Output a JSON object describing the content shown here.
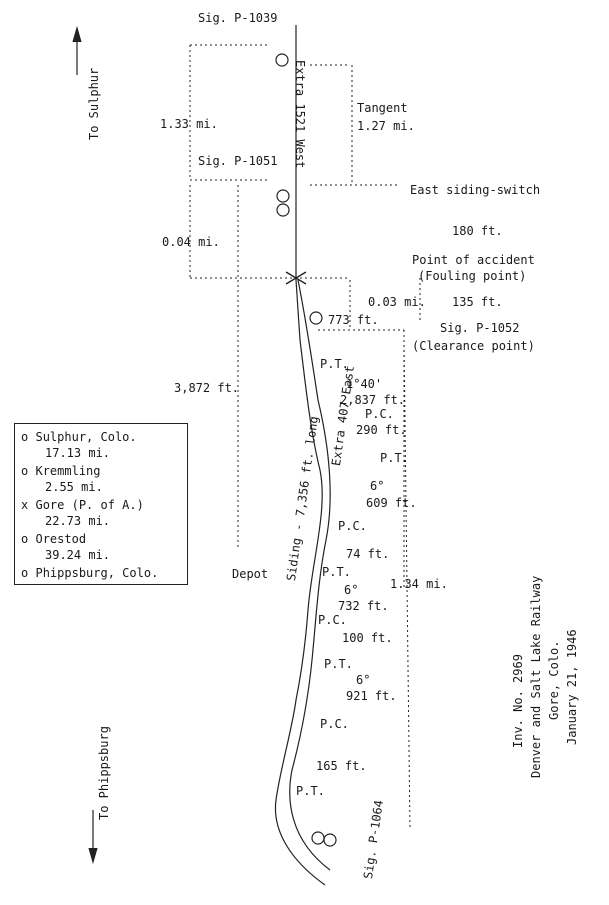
{
  "left_labels": {
    "to_sulphur": "To Sulphur",
    "to_phippsburg": "To Phippsburg"
  },
  "signals": {
    "p1039": "Sig. P-1039",
    "p1051": "Sig. P-1051",
    "p1052": "Sig. P-1052",
    "p1064": "Sig. P-1064"
  },
  "train_labels": {
    "extra_1521_west": "Extra 1521 West",
    "extra_407_east": "Extra 407 East"
  },
  "distances": {
    "d_1_33_mi": "1.33 mi.",
    "tangent": "Tangent",
    "tangent_value": "1.27 mi.",
    "d_0_04_mi": "0.04 mi.",
    "d_180_ft": "180 ft.",
    "d_0_03_mi": "0.03 mi.",
    "d_135_ft": "135 ft.",
    "d_773_ft": "773 ft.",
    "d_3872_ft": "3,872 ft.",
    "d_1_34_mi": "1.34 mi."
  },
  "annotations": {
    "east_siding_switch": "East siding-switch",
    "point_of_accident": "Point of accident",
    "fouling_point": "(Fouling point)",
    "clearance_point": "(Clearance point)",
    "siding_length": "Siding - 7,356 ft. long",
    "depot": "Depot"
  },
  "curve_labels": [
    {
      "pt": "P.T.",
      "deg": "1°40'",
      "len": "2,837 ft."
    },
    {
      "pt": "P.C.",
      "deg": "",
      "len": "290 ft."
    },
    {
      "pt": "P.T.",
      "deg": "6°",
      "len": "609 ft."
    },
    {
      "pt": "P.C.",
      "deg": "",
      "len": "74 ft."
    },
    {
      "pt": "P.T.",
      "deg": "6°",
      "len": "732 ft."
    },
    {
      "pt": "P.C.",
      "deg": "",
      "len": "100 ft."
    },
    {
      "pt": "P.T.",
      "deg": "6°",
      "len": "921 ft."
    },
    {
      "pt": "P.C.",
      "deg": "",
      "len": "165 ft."
    },
    {
      "pt": "P.T.",
      "deg": "",
      "len": ""
    }
  ],
  "legend": {
    "rows": [
      {
        "symbol": "o",
        "text": "Sulphur, Colo."
      },
      {
        "symbol": "",
        "text": "17.13 mi."
      },
      {
        "symbol": "o",
        "text": "Kremmling"
      },
      {
        "symbol": "",
        "text": "2.55 mi."
      },
      {
        "symbol": "x",
        "text": "Gore (P. of A.)"
      },
      {
        "symbol": "",
        "text": "22.73 mi."
      },
      {
        "symbol": "o",
        "text": "Orestod"
      },
      {
        "symbol": "",
        "text": "39.24 mi."
      },
      {
        "symbol": "o",
        "text": "Phippsburg, Colo."
      }
    ]
  },
  "title_block": {
    "line1": "Inv. No. 2969",
    "line2": "Denver and Salt Lake Railway",
    "line3": "Gore, Colo.",
    "line4": "January 21, 1946"
  }
}
